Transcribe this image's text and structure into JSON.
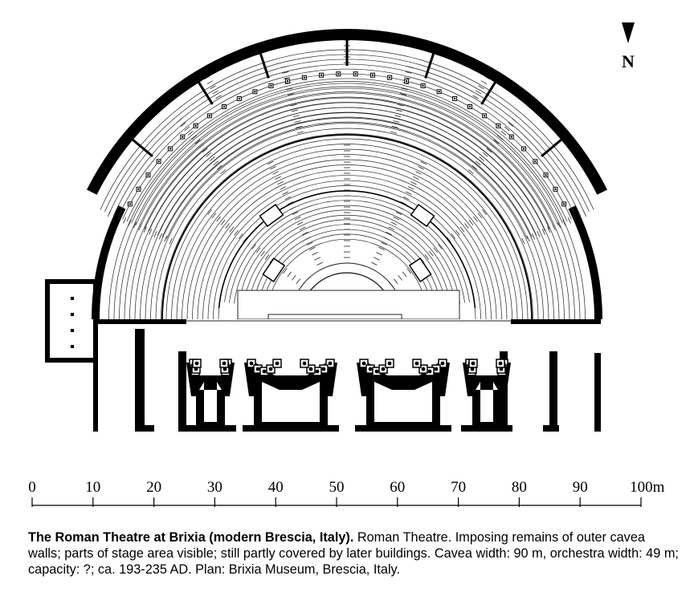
{
  "compass": {
    "letter": "N"
  },
  "scale": {
    "labels": [
      "0",
      "10",
      "20",
      "30",
      "40",
      "50",
      "60",
      "70",
      "80",
      "90",
      "100m"
    ]
  },
  "caption": {
    "title": "The Roman Theatre at Brixia (modern Brescia, Italy).",
    "text": " Roman Theatre. Imposing remains of outer cavea walls; parts of stage area visible; still partly covered by later buildings. Cavea width: 90 m, orchestra width: 49 m; capacity: ?; ca. 193-235 AD.  Plan: Brixia Museum, Brescia, Italy."
  },
  "colors": {
    "ink": "#000000",
    "line": "#222222",
    "paper": "#ffffff"
  },
  "icons": {
    "north_arrow": "north-arrow-icon"
  }
}
